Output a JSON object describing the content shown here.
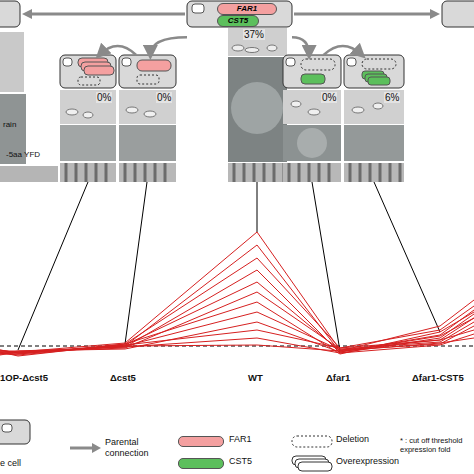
{
  "diagram": {
    "nodes": [
      {
        "text": [
          "37%"
        ]
      },
      {
        "text": [
          "FAR1"
        ],
        "in": 0
      },
      {
        "text": [
          "CST5"
        ],
        "in": 0
      },
      {
        "text": [
          "0%"
        ]
      },
      {
        "text": [
          "0%"
        ]
      },
      {
        "text": [
          "0%"
        ]
      },
      {
        "text": [
          "6%"
        ]
      }
    ],
    "edges": [
      {
        "from": 0,
        "to": 4,
        "arrow": "to"
      },
      {
        "from": 0,
        "to": 5,
        "arrow": "to"
      },
      {
        "from": 4,
        "to": 3,
        "arrow": "to"
      },
      {
        "from": 5,
        "to": 6,
        "arrow": "to"
      }
    ],
    "labels": [
      "rain",
      "-5aa YFD",
      "1OP-Δcst5",
      "Δcst5",
      "WT",
      "Δfar1",
      "Δfar1-CST5",
      "* : cut off threshold expression fold"
    ],
    "legend": [
      {
        "text": "e cell"
      },
      {
        "text": "Parental connection"
      },
      {
        "text": "FAR1",
        "color": "#f4a0a0"
      },
      {
        "text": "CST5",
        "color": "#5cbf5c"
      },
      {
        "text": "Deletion"
      },
      {
        "text": "Overexpression"
      }
    ]
  }
}
